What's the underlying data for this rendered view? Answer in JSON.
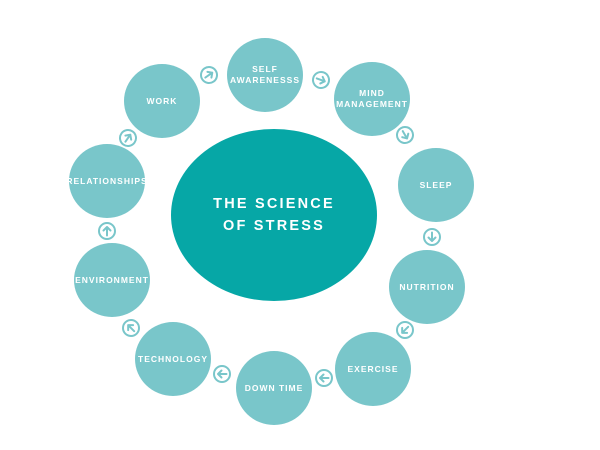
{
  "title_lines": [
    "THE SCIENCE",
    "OF STRESS"
  ],
  "colors": {
    "center": "#06a7a6",
    "satellite": "#79c6ca",
    "arrow": "#79c6ca",
    "text": "#ffffff"
  },
  "nodes": [
    {
      "lines": [
        "SELF",
        "AWARENESSS"
      ]
    },
    {
      "lines": [
        "MIND",
        "MANAGEMENT"
      ]
    },
    {
      "lines": [
        "SLEEP"
      ]
    },
    {
      "lines": [
        "NUTRITION"
      ]
    },
    {
      "lines": [
        "EXERCISE"
      ]
    },
    {
      "lines": [
        "DOWN TIME"
      ]
    },
    {
      "lines": [
        "TECHNOLOGY"
      ]
    },
    {
      "lines": [
        "ENVIRONMENT"
      ]
    },
    {
      "lines": [
        "RELATIONSHIPS"
      ]
    },
    {
      "lines": [
        "WORK"
      ]
    }
  ],
  "arrow_icon": "arrow-in-circle-icon"
}
